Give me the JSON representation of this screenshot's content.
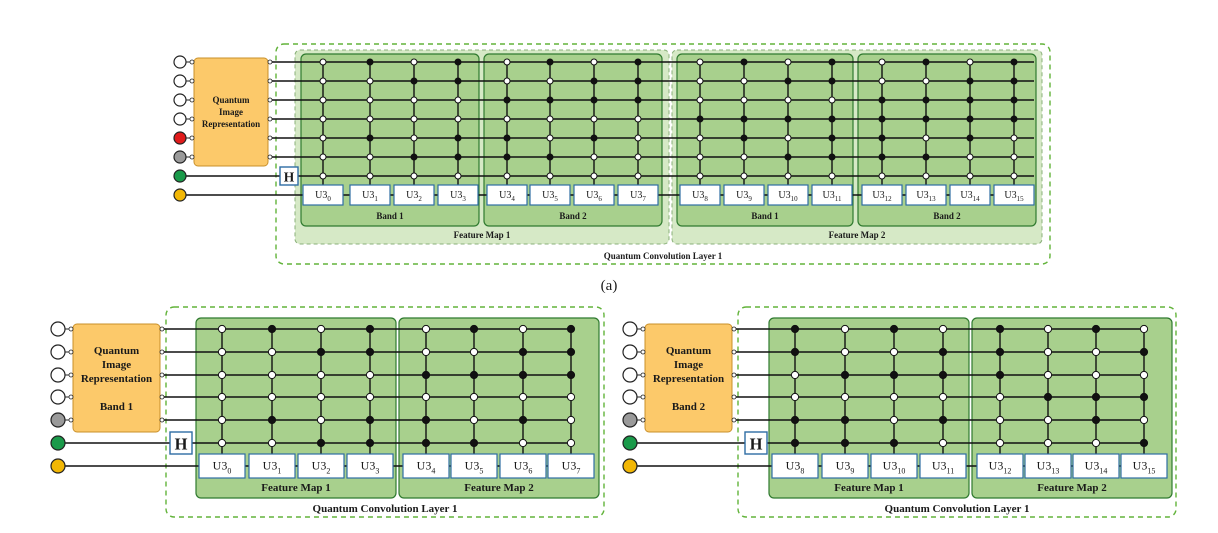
{
  "caption_a": "(a)",
  "panel_top": {
    "qir_lines": [
      "Quantum",
      "Image",
      "Representation"
    ],
    "gate": "H",
    "qubit_colors": [
      "#ffffff",
      "#ffffff",
      "#ffffff",
      "#ffffff",
      "#e01b1b",
      "#9a9a9a",
      "#1a9a4a",
      "#f2b705"
    ],
    "u3_labels": [
      [
        "U3",
        "0"
      ],
      [
        "U3",
        "1"
      ],
      [
        "U3",
        "2"
      ],
      [
        "U3",
        "3"
      ],
      [
        "U3",
        "4"
      ],
      [
        "U3",
        "5"
      ],
      [
        "U3",
        "6"
      ],
      [
        "U3",
        "7"
      ],
      [
        "U3",
        "8"
      ],
      [
        "U3",
        "9"
      ],
      [
        "U3",
        "10"
      ],
      [
        "U3",
        "11"
      ],
      [
        "U3",
        "12"
      ],
      [
        "U3",
        "13"
      ],
      [
        "U3",
        "14"
      ],
      [
        "U3",
        "15"
      ]
    ],
    "bands": [
      "Band 1",
      "Band 2",
      "Band 1",
      "Band 2"
    ],
    "feature_maps": [
      "Feature Map 1",
      "Feature Map 2"
    ],
    "layer_label": "Quantum Convolution Layer 1"
  },
  "panel_left": {
    "qir_lines": [
      "Quantum",
      "Image",
      "Representation",
      "",
      "Band 1"
    ],
    "gate": "H",
    "qubit_colors": [
      "#ffffff",
      "#ffffff",
      "#ffffff",
      "#ffffff",
      "#9a9a9a",
      "#1a9a4a",
      "#f2b705"
    ],
    "u3_labels": [
      [
        "U3",
        "0"
      ],
      [
        "U3",
        "1"
      ],
      [
        "U3",
        "2"
      ],
      [
        "U3",
        "3"
      ],
      [
        "U3",
        "4"
      ],
      [
        "U3",
        "5"
      ],
      [
        "U3",
        "6"
      ],
      [
        "U3",
        "7"
      ]
    ],
    "feature_maps": [
      "Feature Map 1",
      "Feature Map 2"
    ],
    "layer_label": "Quantum Convolution Layer 1"
  },
  "panel_right": {
    "qir_lines": [
      "Quantum",
      "Image",
      "Representation",
      "",
      "Band 2"
    ],
    "gate": "H",
    "qubit_colors": [
      "#ffffff",
      "#ffffff",
      "#ffffff",
      "#ffffff",
      "#9a9a9a",
      "#1a9a4a",
      "#f2b705"
    ],
    "u3_labels": [
      [
        "U3",
        "8"
      ],
      [
        "U3",
        "9"
      ],
      [
        "U3",
        "10"
      ],
      [
        "U3",
        "11"
      ],
      [
        "U3",
        "12"
      ],
      [
        "U3",
        "13"
      ],
      [
        "U3",
        "14"
      ],
      [
        "U3",
        "15"
      ]
    ],
    "feature_maps": [
      "Feature Map 1",
      "Feature Map 2"
    ],
    "layer_label": "Quantum Convolution Layer 1"
  },
  "colors": {
    "qir_fill": "#fcc96a",
    "band_fill": "#a8d08d",
    "band_stroke": "#2f7a2f",
    "featuremap_fill": "#d6e9c6",
    "layer_stroke": "#62b33a",
    "u3_stroke": "#2e6da4",
    "h_stroke": "#2e6da4"
  }
}
